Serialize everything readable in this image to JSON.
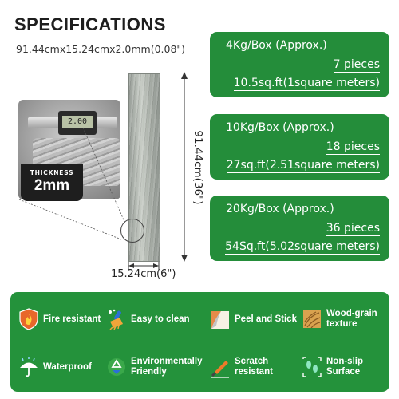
{
  "title": "SPECIFICATIONS",
  "dimensions": "91.44cmx15.24cmx2.0mm(0.08\")",
  "caliper_reading": "2.00",
  "thickness_badge": {
    "label": "THICKNESS",
    "value": "2mm"
  },
  "length_label": "91.44cm(36\")",
  "width_label": "15.24cm(6\")",
  "boxes": [
    {
      "weight": "4Kg/Box (Approx.)",
      "pieces": "7 pieces",
      "area": "10.5sq.ft(1square meters)"
    },
    {
      "weight": "10Kg/Box (Approx.)",
      "pieces": "18 pieces",
      "area": "27sq.ft(2.51square meters)"
    },
    {
      "weight": "20Kg/Box (Approx.)",
      "pieces": "36 pieces",
      "area": "54Sq.ft(5.02square meters)"
    }
  ],
  "features": [
    {
      "icon": "fire-shield-icon",
      "lines": [
        "Fire resistant"
      ]
    },
    {
      "icon": "cleaning-brush-icon",
      "lines": [
        "Easy to clean"
      ]
    },
    {
      "icon": "peel-stick-icon",
      "lines": [
        "Peel and Stick"
      ]
    },
    {
      "icon": "wood-grain-icon",
      "lines": [
        "Wood-grain",
        "texture"
      ]
    },
    {
      "icon": "umbrella-icon",
      "lines": [
        "Waterproof"
      ]
    },
    {
      "icon": "recycle-icon",
      "lines": [
        "Environmentally",
        "Friendly"
      ]
    },
    {
      "icon": "knife-scratch-icon",
      "lines": [
        "Scratch",
        "resistant"
      ]
    },
    {
      "icon": "footprints-icon",
      "lines": [
        "Non-slip",
        "Surface"
      ]
    }
  ],
  "colors": {
    "brand_green": "#248d3a",
    "icon_orange": "#f07a2a"
  }
}
